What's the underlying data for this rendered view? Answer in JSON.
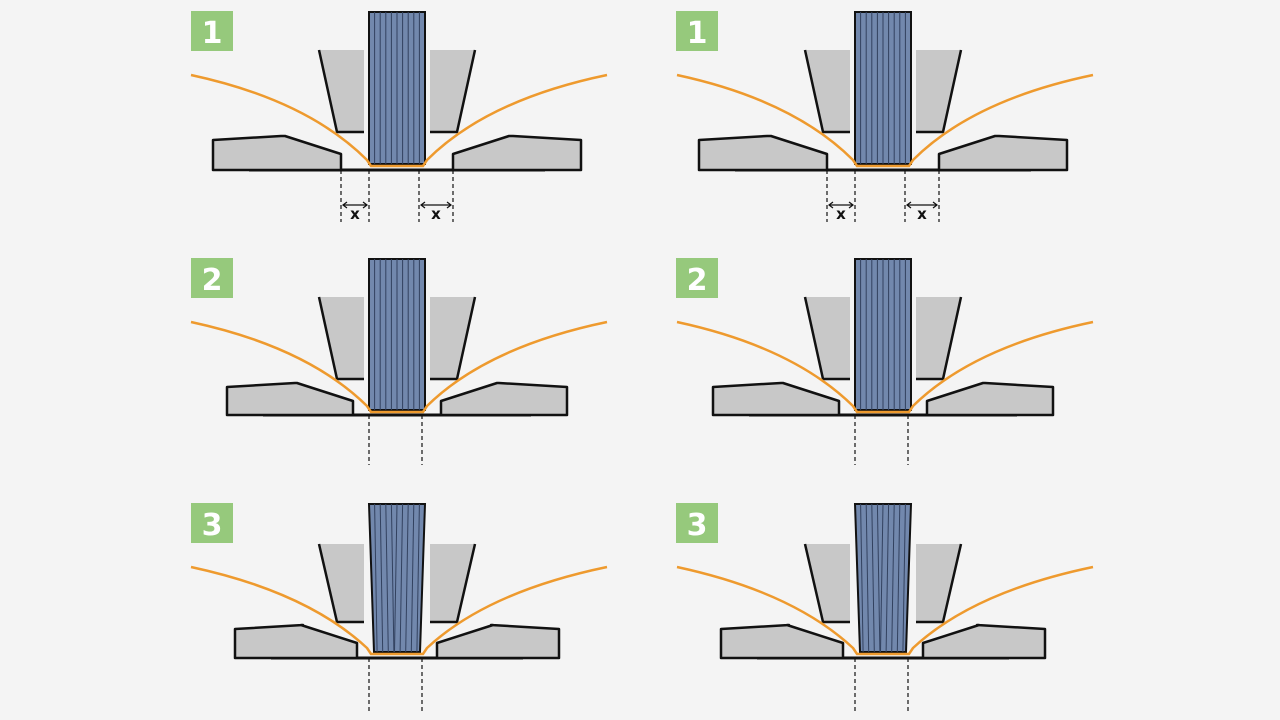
{
  "colors": {
    "background": "#f4f4f4",
    "badge": "#96c97c",
    "block": "#c8c8c8",
    "outline": "#111111",
    "bundle": "#7288ad",
    "bundle_lines": "#32415f",
    "curve": "#ee9a2e"
  },
  "dimension_label": "x",
  "panels": [
    {
      "step_label": "1",
      "stage": 1,
      "variant": "left"
    },
    {
      "step_label": "1",
      "stage": 1,
      "variant": "right"
    },
    {
      "step_label": "2",
      "stage": 2,
      "variant": "left"
    },
    {
      "step_label": "2",
      "stage": 2,
      "variant": "right"
    },
    {
      "step_label": "3",
      "stage": 3,
      "variant": "left"
    },
    {
      "step_label": "3",
      "stage": 3,
      "variant": "right"
    }
  ]
}
